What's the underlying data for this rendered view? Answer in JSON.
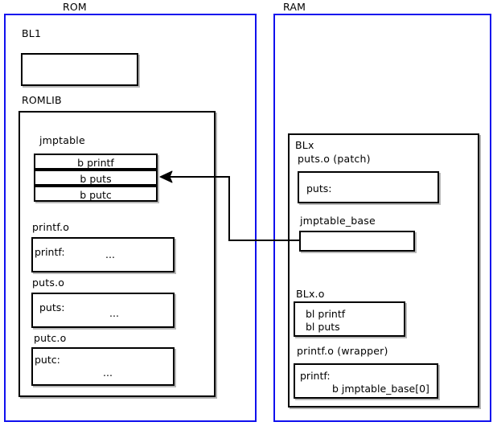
{
  "diagram": {
    "title_regions": [
      {
        "name": "ROM",
        "label": "ROM"
      },
      {
        "name": "RAM",
        "label": "RAM"
      }
    ],
    "rom": {
      "label": "ROM",
      "bl1": {
        "label": "BL1",
        "body": ""
      },
      "romlib": {
        "label": "ROMLIB",
        "jmptable": {
          "label": "jmptable",
          "entries": [
            {
              "label": "b printf"
            },
            {
              "label": "b puts"
            },
            {
              "label": "b putc"
            }
          ]
        },
        "objects": [
          {
            "label": "printf.o",
            "symbol": "printf:",
            "ellipsis": "..."
          },
          {
            "label": "puts.o",
            "symbol": "puts:",
            "ellipsis": "..."
          },
          {
            "label": "putc.o",
            "symbol": "putc:",
            "ellipsis": "..."
          }
        ]
      }
    },
    "ram": {
      "label": "RAM",
      "blx": {
        "label": "BLx",
        "puts_patch": {
          "label": "puts.o (patch)",
          "symbol": "puts:"
        },
        "jmptable_base": {
          "label": "jmptable_base",
          "body": ""
        },
        "blx_o": {
          "label": "BLx.o",
          "line1": "bl printf",
          "line2": "bl puts"
        },
        "printf_wrapper": {
          "label": "printf.o (wrapper)",
          "symbol": "printf:",
          "instruction": "b jmptable_base[0]"
        }
      }
    },
    "connector": {
      "name": "jmptable-base-to-jmptable-puts-arrow",
      "description": "arrow"
    },
    "colors": {
      "region_border": "#1010ee",
      "box_border": "#000000",
      "text": "#000000",
      "background": "#ffffff"
    }
  }
}
